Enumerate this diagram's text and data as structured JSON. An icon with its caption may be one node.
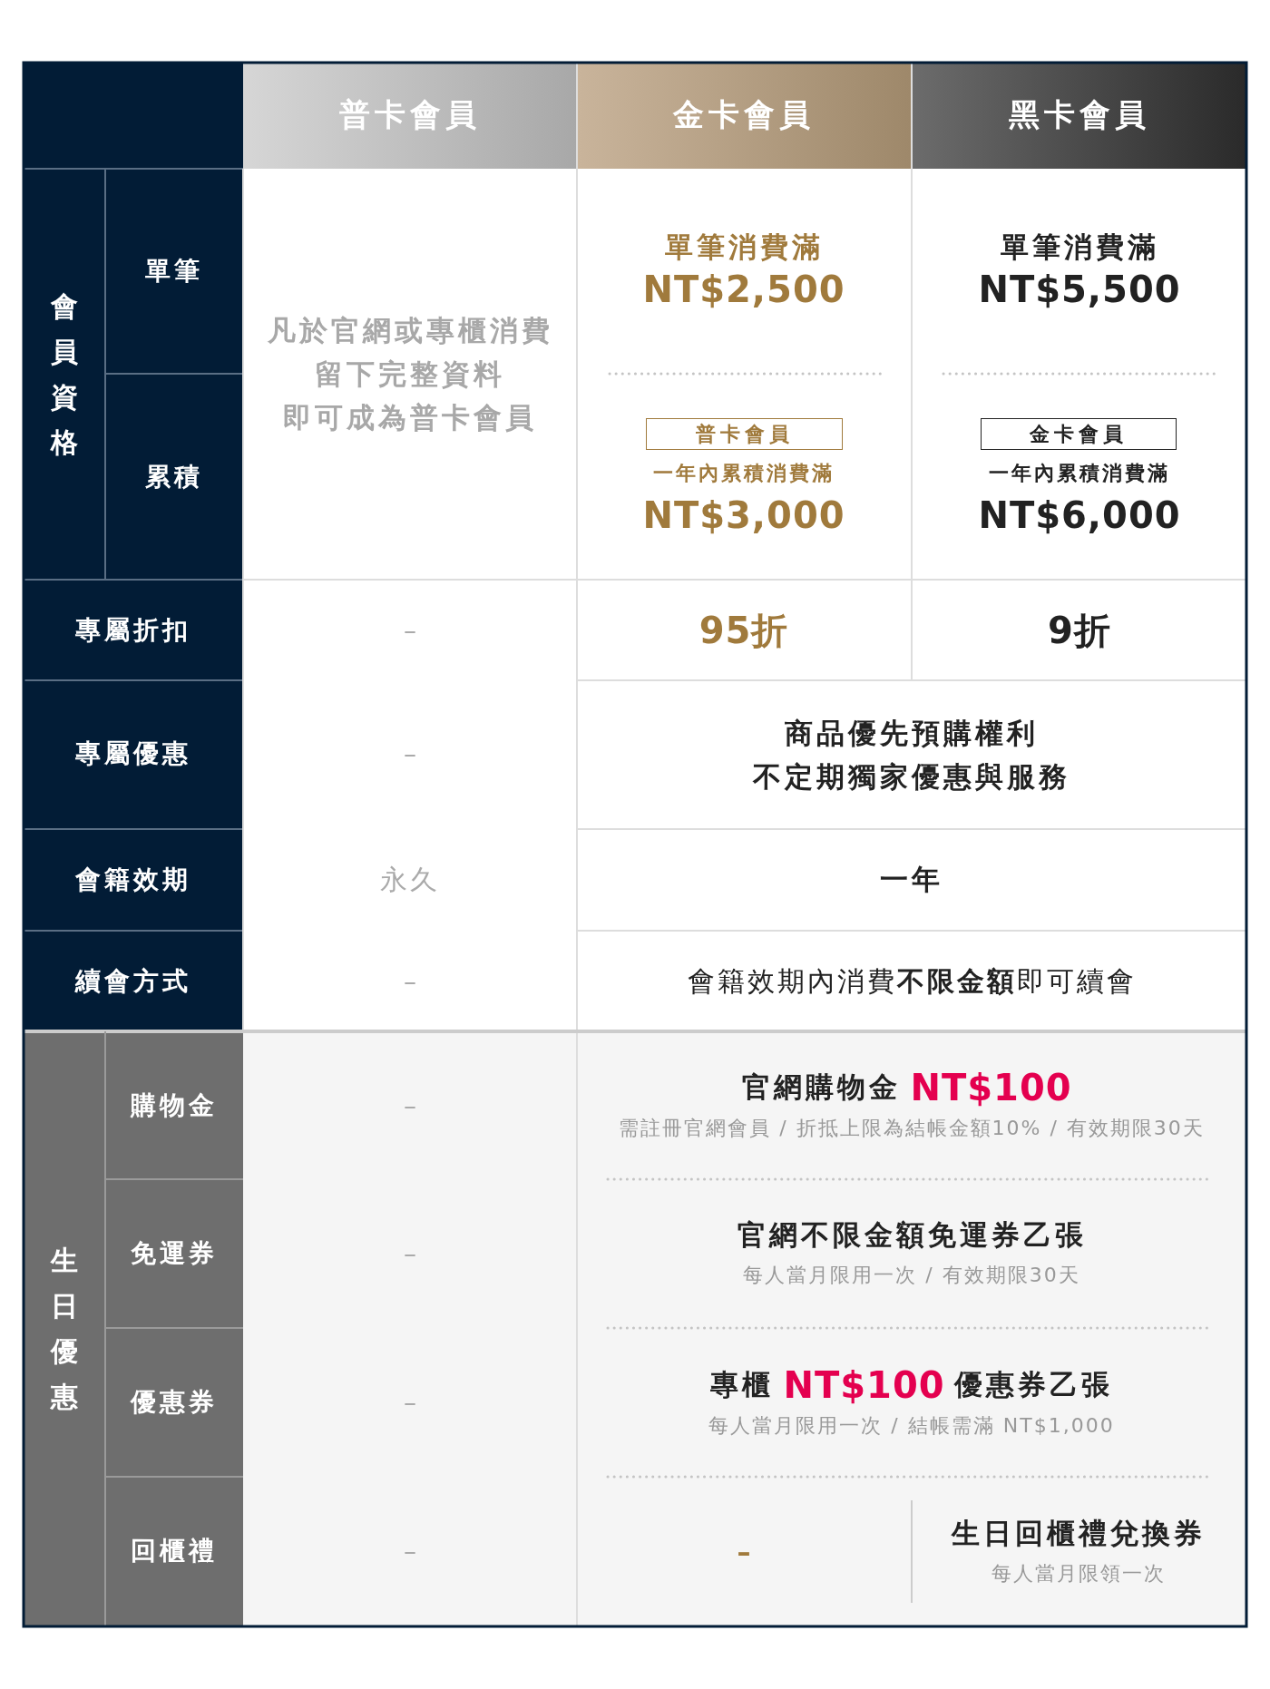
{
  "diagram": {
    "nodes": [
      {
        "text": [
          "普卡會員"
        ]
      },
      {
        "text": [
          "金卡會員"
        ]
      }
    ],
    "labels": [
      "普卡會員",
      "金卡會員",
      "黑卡會員",
      "會員資格",
      "單筆",
      "凡於官網或專櫃消費",
      "留下完整資料",
      "即可成為普卡會員",
      "單筆消費滿",
      "NT$2,500",
      "單筆消費滿",
      "NT$5,500",
      "累積",
      "一年內累積消費滿",
      "NT$3,000",
      "一年內累積消費滿",
      "NT$6,000",
      "專屬折扣",
      "–",
      "95折",
      "9折",
      "專屬優惠",
      "–",
      "商品優先預購權利",
      "不定期獨家優惠與服務",
      "會籍效期",
      "永久",
      "一年",
      "續會方式",
      "–",
      "會籍效期內消費**不限金額**即可續會",
      "生日優惠",
      "購物金",
      "–",
      "官網購物金**NT$100**",
      "需註冊官網會員 / 折抵上限為結帳金額10% / 有效期限30天",
      "免運券",
      "–",
      "官網不限金額免運券乙張",
      "每人當月限用一次 / 有效期限30天",
      "優惠券",
      "–",
      "專櫃**NT$100**優惠券乙張",
      "每人當月限用一次 / 結帳需滿 NT$1,000",
      "回櫃禮",
      "–",
      "–",
      "生日回櫃禮兌換券",
      "每人當月限領一次"
    ]
  }
}
